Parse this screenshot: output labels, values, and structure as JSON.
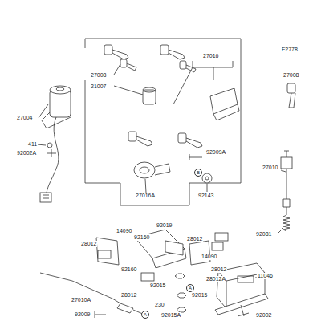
{
  "diagram": {
    "labels": [
      "F2778",
      "27008",
      "27016",
      "27008",
      "21007",
      "27004",
      "411",
      "92002A",
      "92009A",
      "27010",
      "B",
      "27016A",
      "92143",
      "92019",
      "14090",
      "92160",
      "28012",
      "28012",
      "92081",
      "92160",
      "14090",
      "92015",
      "28012",
      "28012A",
      "11046",
      "A",
      "92015",
      "28012",
      "27010A",
      "230",
      "A",
      "92015A",
      "92009",
      "92002"
    ]
  }
}
